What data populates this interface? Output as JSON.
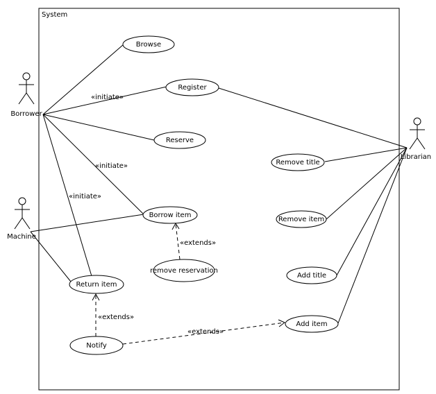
{
  "system": {
    "label": "System"
  },
  "actors": {
    "borrower": "Borrower",
    "machine": "Machine",
    "librarian": "Librarian"
  },
  "use_cases": {
    "browse": "Browse",
    "register": "Register",
    "reserve": "Reserve",
    "borrow_item": "Borrow item",
    "remove_reservation": "remove reservation",
    "return_item": "Return item",
    "notify": "Notify",
    "remove_title": "Remove title",
    "remove_item": "Remove item",
    "add_title": "Add title",
    "add_item": "Add item"
  },
  "stereotypes": {
    "initiate_register": "«initiate»",
    "initiate_borrow": "«initiate»",
    "initiate_return": "«initiate»",
    "extends_borrow": "«extends»",
    "extends_return": "«extends»",
    "extends_add_item": "«extends»"
  }
}
